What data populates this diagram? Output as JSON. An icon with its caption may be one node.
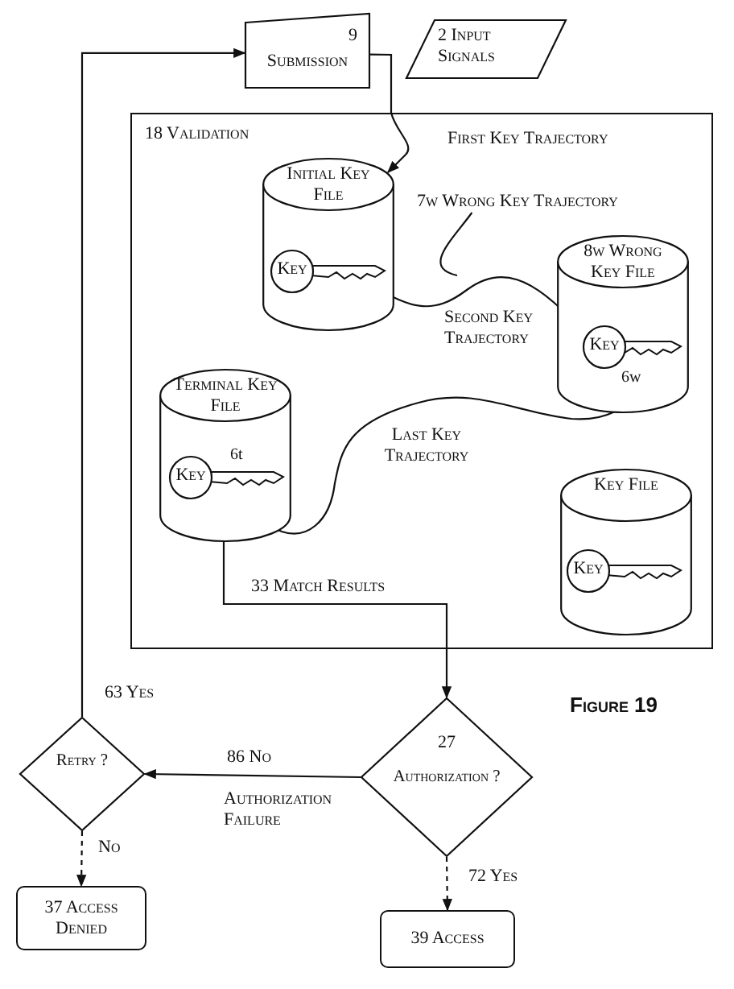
{
  "diagram": {
    "nodes": [
      {
        "text": [
          "9",
          "Submission"
        ]
      },
      {
        "text": [
          "2 Input Signals"
        ]
      },
      {
        "text": [
          "18 Validation"
        ]
      },
      {
        "text": [
          "Initial Key File"
        ],
        "in": 2
      },
      {
        "text": [
          "Key"
        ],
        "in": 3
      },
      {
        "text": [
          "8w Wrong Key File"
        ],
        "in": 2
      },
      {
        "text": [
          "Key"
        ],
        "in": 5,
        "beside": [
          "6w"
        ]
      },
      {
        "text": [
          "Terminal Key File"
        ],
        "in": 2
      },
      {
        "text": [
          "Key"
        ],
        "in": 7,
        "beside": [
          "6t"
        ]
      },
      {
        "text": [
          "Key File"
        ],
        "in": 2
      },
      {
        "text": [
          "Key"
        ],
        "in": 9
      },
      {
        "text": [
          "27",
          "Authorization ?"
        ]
      },
      {
        "text": [
          "Retry ?"
        ]
      },
      {
        "text": [
          "37 Access Denied"
        ]
      },
      {
        "text": [
          "39 Access"
        ]
      },
      {
        "text": [
          "7w Wrong Key Trajectory"
        ],
        "in": 2
      }
    ],
    "edges": [
      {
        "from": 0,
        "to": 3,
        "arrow": "to",
        "label": "First Key Trajectory"
      },
      {
        "from": 4,
        "to": 6,
        "arrow": "to",
        "label": "Second Key Trajectory"
      },
      {
        "from": 6,
        "to": 8,
        "arrow": "to",
        "label": "Last Key Trajectory"
      },
      {
        "from": 7,
        "to": 11,
        "arrow": "to",
        "label": "33 Match Results"
      },
      {
        "from": 11,
        "to": 12,
        "arrow": "to",
        "label": "86 No"
      },
      {
        "from": 12,
        "to": 0,
        "arrow": "to",
        "label": "63 Yes"
      },
      {
        "from": 12,
        "to": 13,
        "arrow": "to",
        "label": "No",
        "style": "dashed"
      },
      {
        "from": 11,
        "to": 14,
        "arrow": "to",
        "label": "72 Yes",
        "style": "dashed"
      },
      {
        "from": 15,
        "to": null,
        "arrow": "none"
      }
    ],
    "labels": [
      "Authorization Failure",
      "Figure 19"
    ]
  }
}
